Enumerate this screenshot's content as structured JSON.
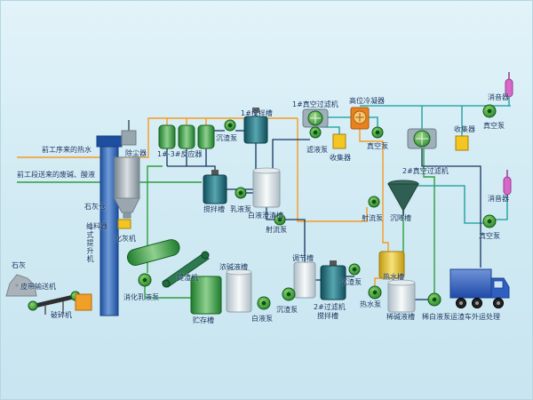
{
  "diagram": {
    "background": "#d2ebf4",
    "pipe_colors": {
      "hot_water": "#f59a23",
      "liquor": "#2e9e3e",
      "process": "#16355e",
      "vacuum": "#129a9a"
    },
    "streams": {
      "hot_water_in": "前工序来的热水",
      "waste_liquor_in": "前工段送来的废碱、酸液"
    },
    "equipment": {
      "lime": "石灰",
      "belt_conveyor": "皮带输送机",
      "crusher": "破碎机",
      "bucket_elevator": "斗式提升机",
      "dust_collector": "除尘器",
      "lime_silo": "石灰仓",
      "feeder": "给料器",
      "lime_slaker": "化灰机",
      "slaking_emulsion_pump": "消化乳液泵",
      "slag_extractor": "提渣机",
      "reactors": "1#-3#反应器",
      "sediment_pump_1": "沉渣泵",
      "mixing_tank_1": "1#搅拌槽",
      "mixing_tank_2": "搅拌槽",
      "emulsion_pump": "乳液泵",
      "white_liquor_clarifier": "白液澄清槽",
      "jet_pump_1": "射流泵",
      "vacuum_filter_1": "1#真空过滤机",
      "high_level_condenser": "高位冷凝器",
      "filtrate_pump": "滤液泵",
      "collector_1": "收集器",
      "vacuum_pump_1": "真空泵",
      "vacuum_filter_2": "2#真空过滤机",
      "collector_2": "收集器",
      "vacuum_pump_2": "真空泵",
      "muffler_1": "消音器",
      "jet_pump_2": "射流泵",
      "settling_tank": "沉降槽",
      "muffler_2": "消音器",
      "vacuum_pump_3": "真空泵",
      "storage_tank": "贮存槽",
      "conc_alkali_tank": "浓碱液槽",
      "white_liquor_pump": "白液泵",
      "sediment_pump_2": "沉渣泵",
      "regulating_tank": "调节槽",
      "sediment_pump_3": "沉渣泵",
      "filter2_mixing_tank_line1": "2#过滤机",
      "filter2_mixing_tank_line2": "搅拌槽",
      "hot_water_pump": "热水泵",
      "hot_water_tank": "热水槽",
      "dilute_alkali_tank": "稀碱液槽",
      "dilute_white_liquor_pump": "稀白液泵",
      "truck_disposal": "运渣车外运处理"
    }
  }
}
